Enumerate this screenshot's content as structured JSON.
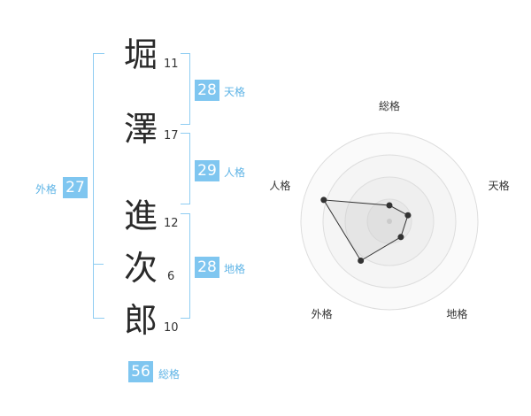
{
  "name": {
    "chars": [
      {
        "char": "堀",
        "strokes": "11"
      },
      {
        "char": "澤",
        "strokes": "17"
      },
      {
        "char": "進",
        "strokes": "12"
      },
      {
        "char": "次",
        "strokes": "6"
      },
      {
        "char": "郎",
        "strokes": "10"
      }
    ]
  },
  "kakusu": {
    "tenkaku": {
      "value": "28",
      "label": "天格"
    },
    "jinkaku": {
      "value": "29",
      "label": "人格"
    },
    "chikaku": {
      "value": "28",
      "label": "地格"
    },
    "gaikaku": {
      "value": "27",
      "label": "外格"
    },
    "soukaku": {
      "value": "56",
      "label": "総格"
    }
  },
  "colors": {
    "accent": "#7fc6f0",
    "bracket": "#8fcdf2",
    "radar_point": "#333333"
  },
  "chart_data": {
    "type": "radar",
    "axes": [
      "総格",
      "天格",
      "地格",
      "外格",
      "人格"
    ],
    "values": [
      0.18,
      0.22,
      0.22,
      0.55,
      0.78
    ],
    "rings": 4,
    "range": [
      0,
      1
    ]
  }
}
